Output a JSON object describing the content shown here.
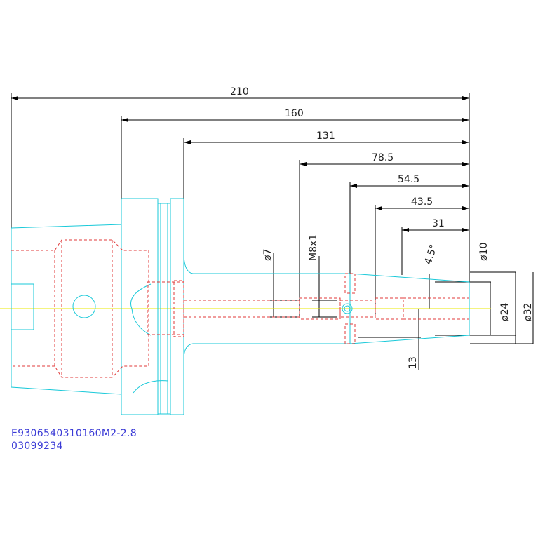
{
  "dimensions": {
    "d210": "210",
    "d160": "160",
    "d131": "131",
    "d78_5": "78.5",
    "d54_5": "54.5",
    "d43_5": "43.5",
    "d31": "31",
    "dia7": "ø7",
    "thread": "M8x1",
    "angle": "4.5°",
    "dia10": "ø10",
    "d13": "13",
    "dia24": "ø24",
    "dia32": "ø32"
  },
  "part_code_line1": "E9306540310160M2-2.8",
  "part_code_line2": "03099234",
  "colors": {
    "outline": "#19c9d9",
    "hidden": "#e03a3a",
    "centerline": "#e8e800",
    "dimension": "#000000",
    "part_code": "#3b3bd6"
  }
}
